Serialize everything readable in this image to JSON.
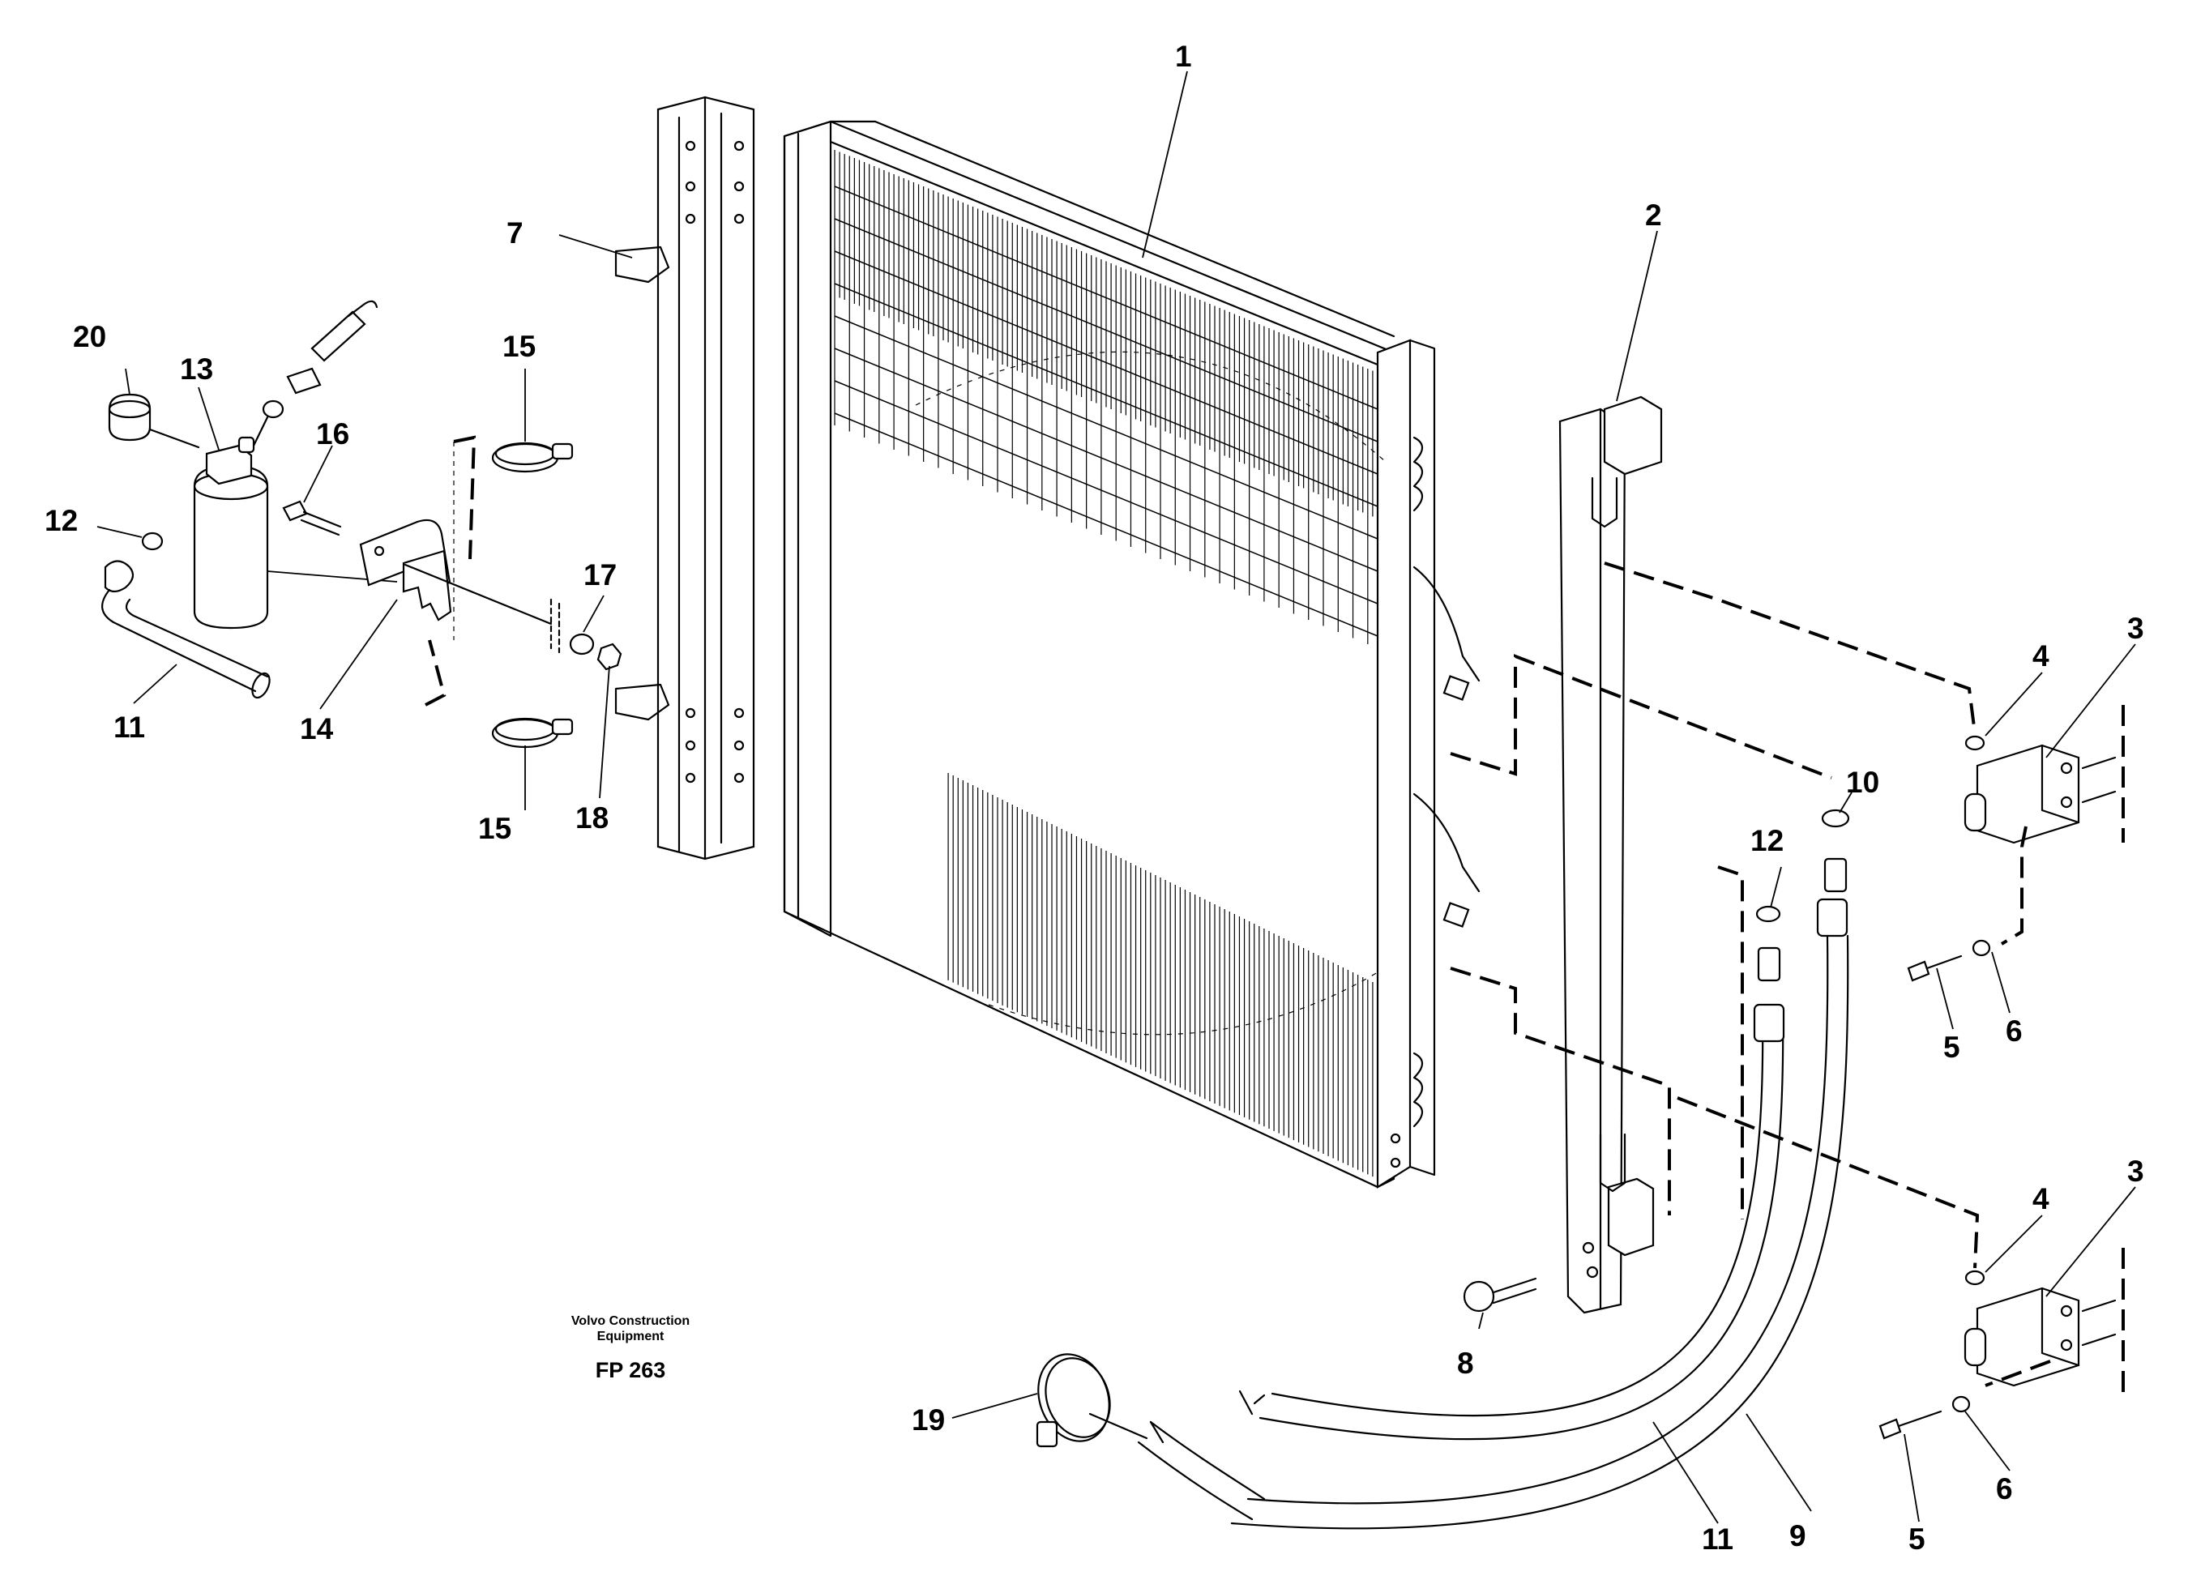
{
  "diagram": {
    "callouts": [
      {
        "id": "1",
        "label": "1"
      },
      {
        "id": "2",
        "label": "2"
      },
      {
        "id": "3a",
        "label": "3"
      },
      {
        "id": "3b",
        "label": "3"
      },
      {
        "id": "4a",
        "label": "4"
      },
      {
        "id": "4b",
        "label": "4"
      },
      {
        "id": "5a",
        "label": "5"
      },
      {
        "id": "5b",
        "label": "5"
      },
      {
        "id": "6a",
        "label": "6"
      },
      {
        "id": "6b",
        "label": "6"
      },
      {
        "id": "7",
        "label": "7"
      },
      {
        "id": "8",
        "label": "8"
      },
      {
        "id": "9",
        "label": "9"
      },
      {
        "id": "10",
        "label": "10"
      },
      {
        "id": "11a",
        "label": "11"
      },
      {
        "id": "11b",
        "label": "11"
      },
      {
        "id": "12a",
        "label": "12"
      },
      {
        "id": "12b",
        "label": "12"
      },
      {
        "id": "13",
        "label": "13"
      },
      {
        "id": "14",
        "label": "14"
      },
      {
        "id": "15a",
        "label": "15"
      },
      {
        "id": "15b",
        "label": "15"
      },
      {
        "id": "16",
        "label": "16"
      },
      {
        "id": "17",
        "label": "17"
      },
      {
        "id": "18",
        "label": "18"
      },
      {
        "id": "19",
        "label": "19"
      },
      {
        "id": "20",
        "label": "20"
      }
    ],
    "caption": {
      "line1": "Volvo Construction",
      "line2": "Equipment",
      "code": "FP 263"
    }
  }
}
